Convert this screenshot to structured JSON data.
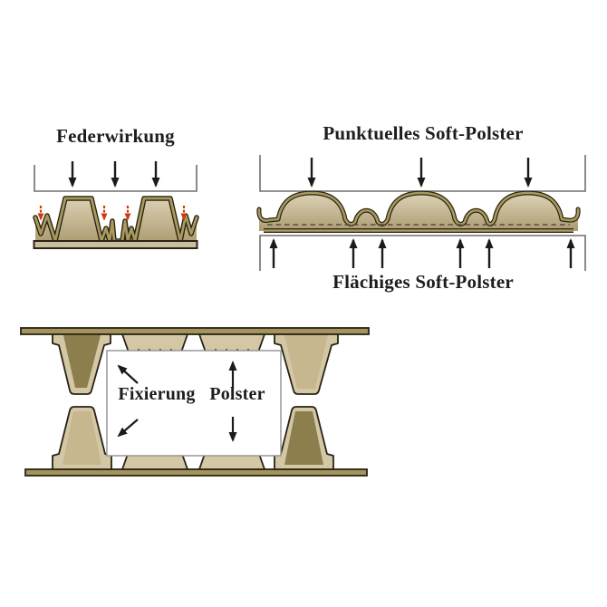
{
  "diagrams": {
    "spring": {
      "title": "Federwirkung",
      "load_arrow_count": 3,
      "rebound_arrow_count": 4
    },
    "soft_cushion": {
      "top_label": "Punktuelles Soft-Polster",
      "bottom_label": "Flächiges Soft-Polster",
      "dome_count": 3,
      "press_arrow_count": 3,
      "reaction_arrow_count": 6
    },
    "package": {
      "fixation_label": "Fixierung",
      "cushion_label": "Polster"
    }
  },
  "colors": {
    "text": "#1d1d1d",
    "outline": "#2a2315",
    "pulp-band": "#a89a5c",
    "pulp-light": "#d3c7a6",
    "pulp-mid": "#c6b78f",
    "pulp-dark": "#8c7f4d",
    "pulp-base": "#cabe9d",
    "board": "#a2945c",
    "grad-top": "#ddd3b6",
    "grad-bottom": "#ac9c72",
    "arrow-black": "#1b1b1b",
    "arrow-red": "#cf3a0d",
    "bracket-gray": "#6e6e6e",
    "box-border": "#979797",
    "dash": "#55503f"
  }
}
